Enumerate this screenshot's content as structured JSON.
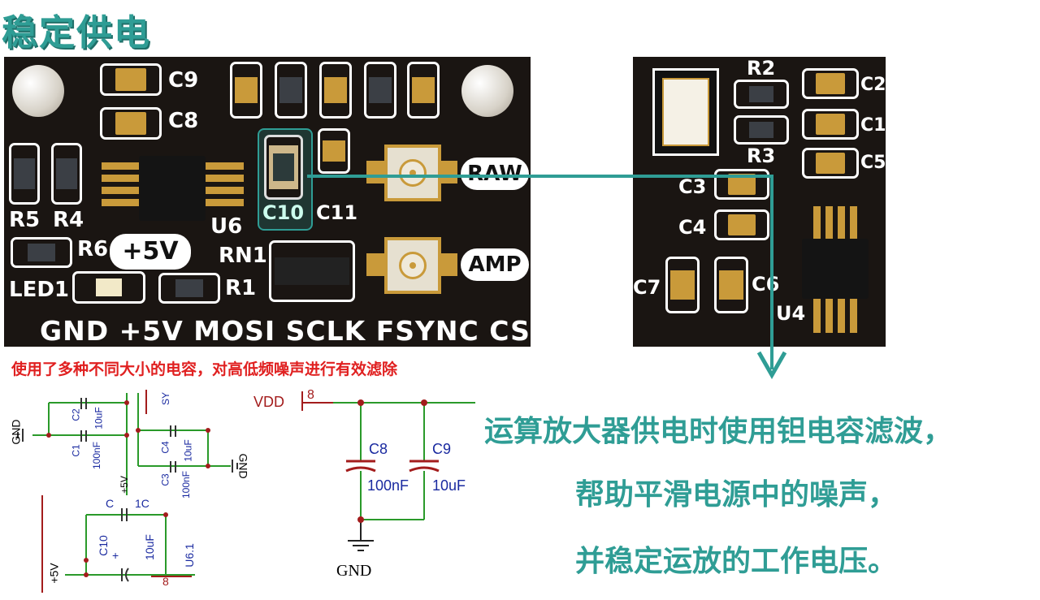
{
  "title": "稳定供电",
  "left_board": {
    "caps_top_labels": [
      "C9",
      "C8"
    ],
    "c11": "C11",
    "c10": "C10",
    "r5": "R5",
    "r4": "R4",
    "r6": "R6",
    "u6": "U6",
    "rn1": "RN1",
    "led1": "LED1",
    "r1": "R1",
    "plus5v": "+5V",
    "raw": "RAW",
    "amp": "AMP",
    "pin_row": "GND +5V MOSI SCLK FSYNC CS"
  },
  "right_board": {
    "r2": "R2",
    "r3": "R3",
    "c2": "C2",
    "c1": "C1",
    "c5": "C5",
    "c3": "C3",
    "c4": "C4",
    "c7": "C7",
    "c6": "C6",
    "u4": "U4"
  },
  "red_note": "使用了多种不同大小的电容，对高低频噪声进行有效滤除",
  "schematic_left": {
    "gnd1": "GND",
    "gnd2": "GND",
    "c2": "C2",
    "c2_val": "10uF",
    "c1": "C1",
    "c1_val": "100nF",
    "c4": "C4",
    "c4_val": "10uF",
    "c3": "C3",
    "c3_val": "100nF",
    "plus5v": "+5V",
    "sy": "SY",
    "c_lbl": "C",
    "c_val_cut": "1C",
    "c10": "C10",
    "c10_val": "10uF",
    "u61": "U6.1",
    "pin8": "8",
    "plus5v_bottom": "+5V",
    "plus_sign": "+"
  },
  "schematic_right": {
    "vdd": "VDD",
    "pin": "8",
    "c8": "C8",
    "c8_val": "100nF",
    "c9": "C9",
    "c9_val": "10uF",
    "gnd": "GND"
  },
  "explanation": [
    "运算放大器供电时使用钽电容滤波，",
    "帮助平滑电源中的噪声，",
    "并稳定运放的工作电压。"
  ],
  "colors": {
    "teal": "#2f9d95",
    "pcb": "#1a1512",
    "gold": "#c99a3a",
    "red": "#e02020",
    "wire_green": "#2a9a2a",
    "wire_red": "#a31c1c"
  }
}
